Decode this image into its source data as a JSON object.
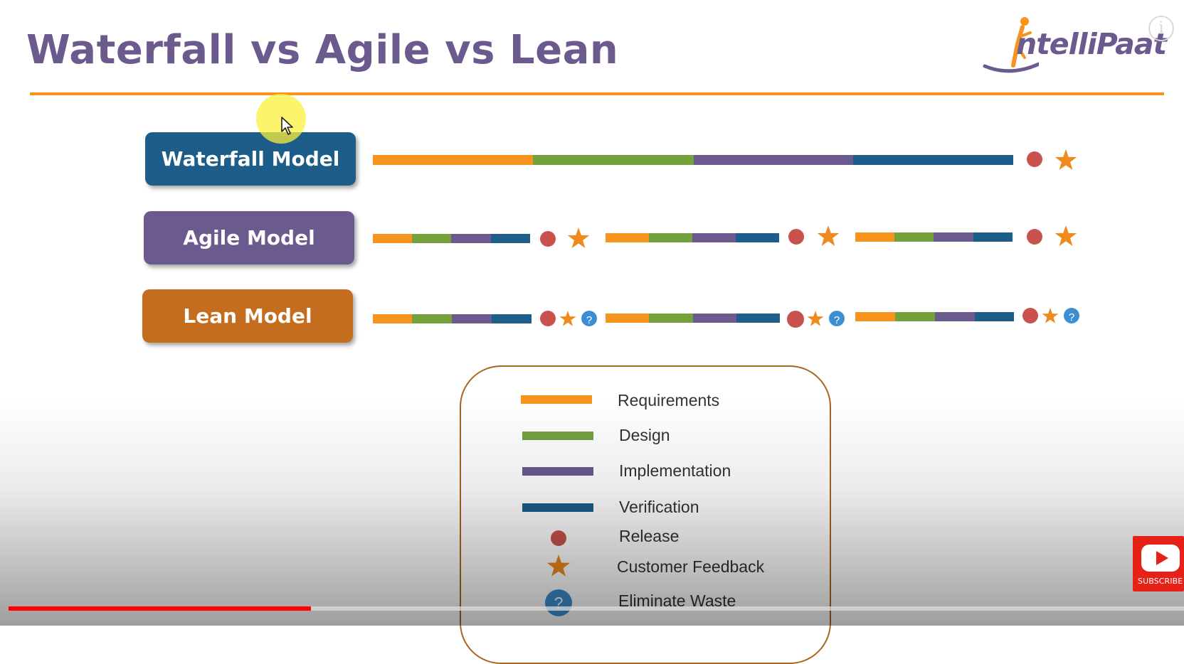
{
  "slide": {
    "title": "Waterfall vs Agile vs Lean",
    "logo_text": "ntelliPaat",
    "colors": {
      "requirements": "#f7941d",
      "design": "#73a23c",
      "implementation": "#6a5a8e",
      "verification": "#1c5d8a",
      "release": "#c9524e",
      "customer_feedback": "#ee8a1e",
      "eliminate_waste": "#3c8fd3",
      "rule": "#f7941d"
    }
  },
  "models": [
    {
      "key": "waterfall",
      "label": "Waterfall Model",
      "color": "#1c5d8a"
    },
    {
      "key": "agile",
      "label": "Agile Model",
      "color": "#6a5a8e"
    },
    {
      "key": "lean",
      "label": "Lean Model",
      "color": "#c56d1e"
    }
  ],
  "legend": {
    "items": [
      {
        "label": "Requirements",
        "icon": "requirements-bar"
      },
      {
        "label": "Design",
        "icon": "design-bar"
      },
      {
        "label": "Implementation",
        "icon": "implementation-bar"
      },
      {
        "label": "Verification",
        "icon": "verification-bar"
      },
      {
        "label": "Release",
        "icon": "release-dot-icon"
      },
      {
        "label": "Customer Feedback",
        "icon": "star-icon"
      },
      {
        "label": "Eliminate Waste",
        "icon": "question-icon"
      }
    ],
    "question_glyph": "?"
  },
  "player": {
    "info_glyph": "i",
    "subscribe_label": "SUBSCRIBE",
    "progress_fraction": 0.257
  }
}
